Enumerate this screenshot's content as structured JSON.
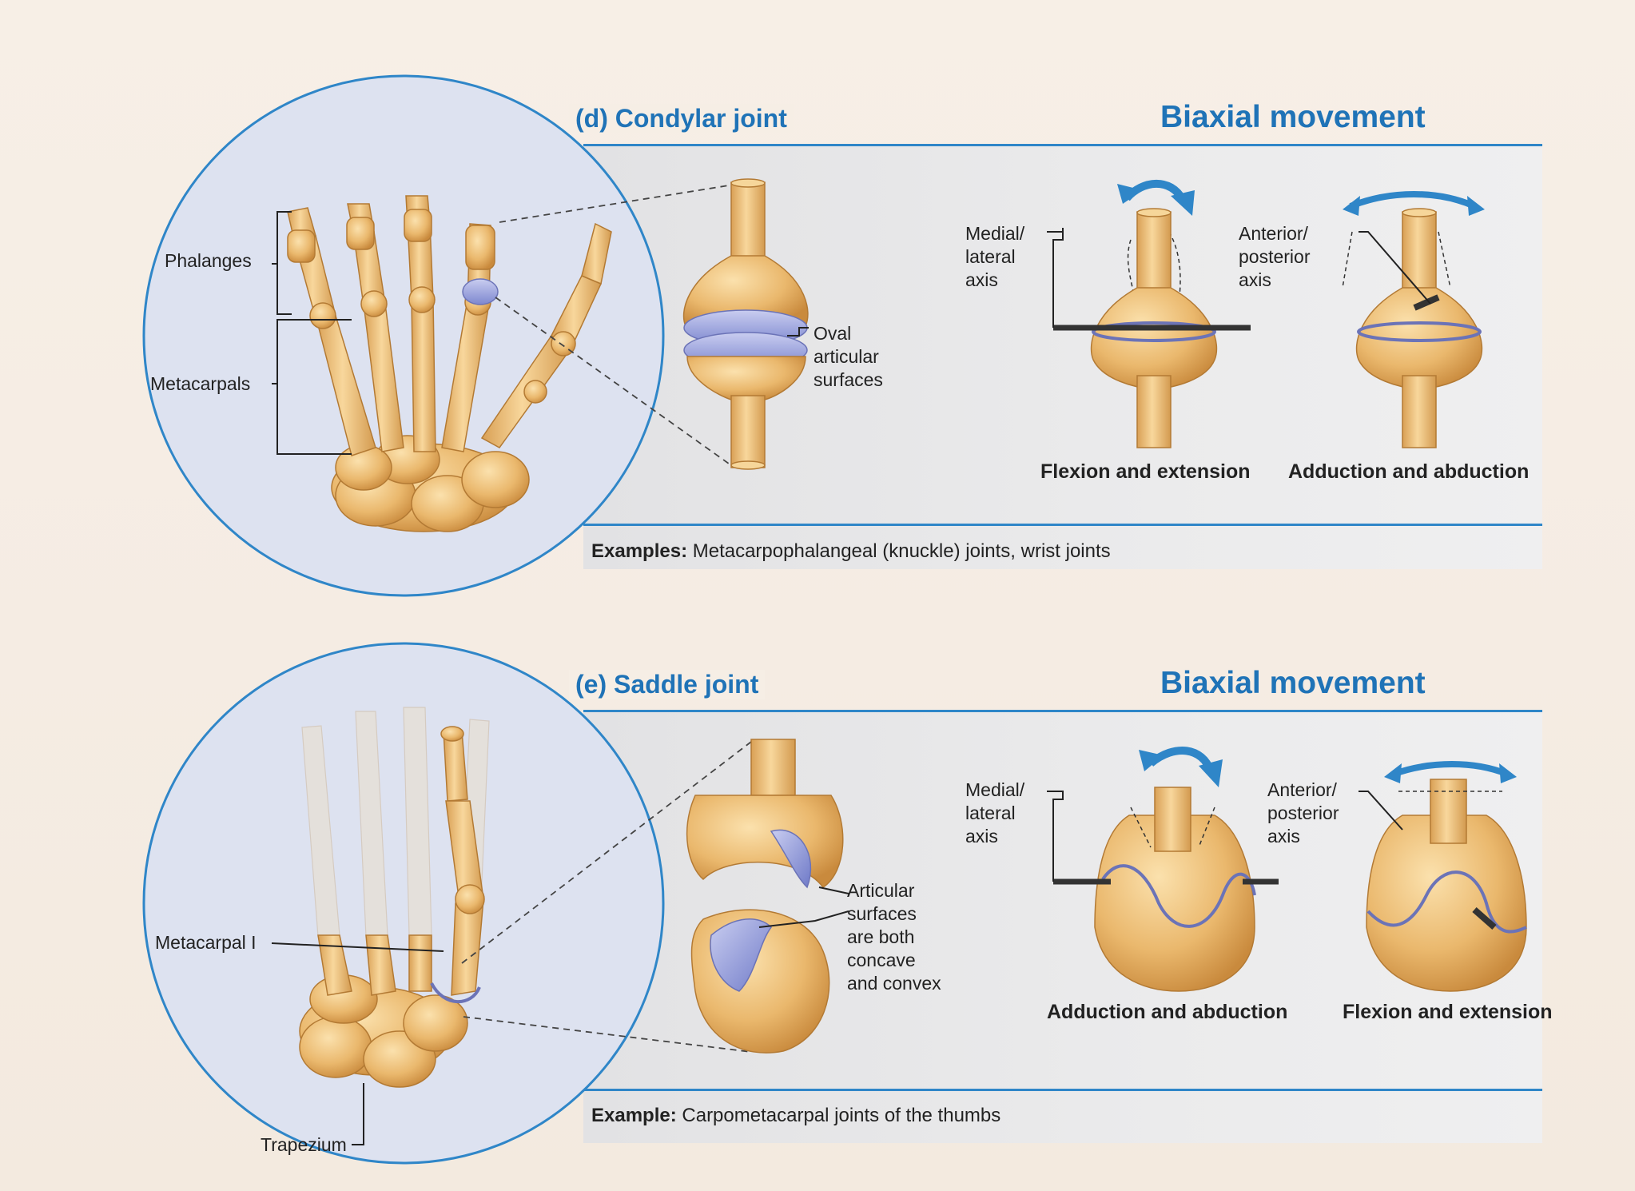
{
  "panel_d": {
    "title": "(d) Condylar joint",
    "movement": "Biaxial movement",
    "labels": {
      "phalanges": "Phalanges",
      "metacarpals": "Metacarpals",
      "oval_1": "Oval",
      "oval_2": "articular",
      "oval_3": "surfaces",
      "axis1_1": "Medial/",
      "axis1_2": "lateral",
      "axis1_3": "axis",
      "axis2_1": "Anterior/",
      "axis2_2": "posterior",
      "axis2_3": "axis"
    },
    "captions": {
      "left": "Flexion and extension",
      "right": "Adduction and abduction"
    },
    "example_label": "Examples:",
    "example_text": " Metacarpophalangeal (knuckle) joints, wrist joints"
  },
  "panel_e": {
    "title": "(e) Saddle joint",
    "movement": "Biaxial movement",
    "labels": {
      "metacarpal1": "Metacarpal I",
      "trapezium": "Trapezium",
      "art_1": "Articular",
      "art_2": "surfaces",
      "art_3": "are both",
      "art_4": "concave",
      "art_5": "and convex",
      "axis1_1": "Medial/",
      "axis1_2": "lateral",
      "axis1_3": "axis",
      "axis2_1": "Anterior/",
      "axis2_2": "posterior",
      "axis2_3": "axis"
    },
    "captions": {
      "left": "Adduction and abduction",
      "right": "Flexion and extension"
    },
    "example_label": "Example:",
    "example_text": " Carpometacarpal joints of the thumbs"
  },
  "colors": {
    "accent": "#1f73b7",
    "bone": "#e8b56a",
    "cartilage": "#8b95d6",
    "circle_fill": "#dde2f0"
  }
}
